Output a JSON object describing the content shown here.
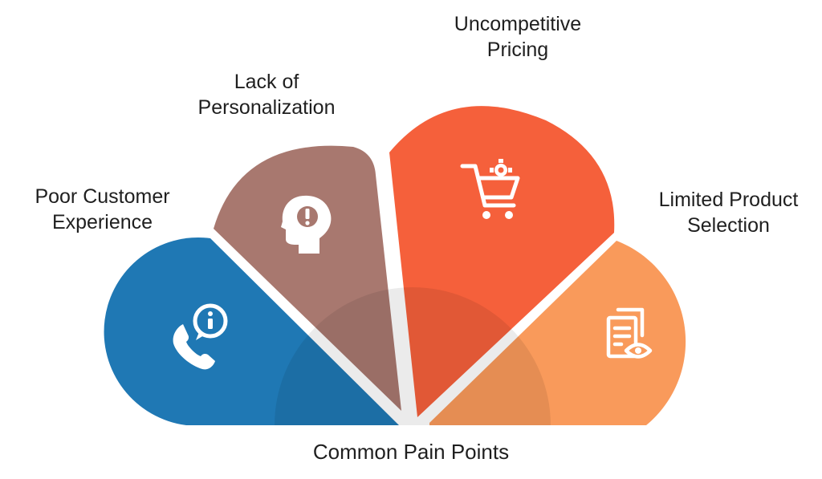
{
  "title": "Common Pain Points",
  "segments": [
    {
      "line1": "Poor Customer",
      "line2": "Experience",
      "icon": "phone-info-icon",
      "color": "#1f78b4"
    },
    {
      "line1": "Lack of",
      "line2": "Personalization",
      "icon": "head-alert-icon",
      "color": "#a8786f"
    },
    {
      "line1": "Uncompetitive",
      "line2": "Pricing",
      "icon": "cart-gear-icon",
      "color": "#f5603b"
    },
    {
      "line1": "Limited Product",
      "line2": "Selection",
      "icon": "document-eye-icon",
      "color": "#f99a5b"
    }
  ]
}
